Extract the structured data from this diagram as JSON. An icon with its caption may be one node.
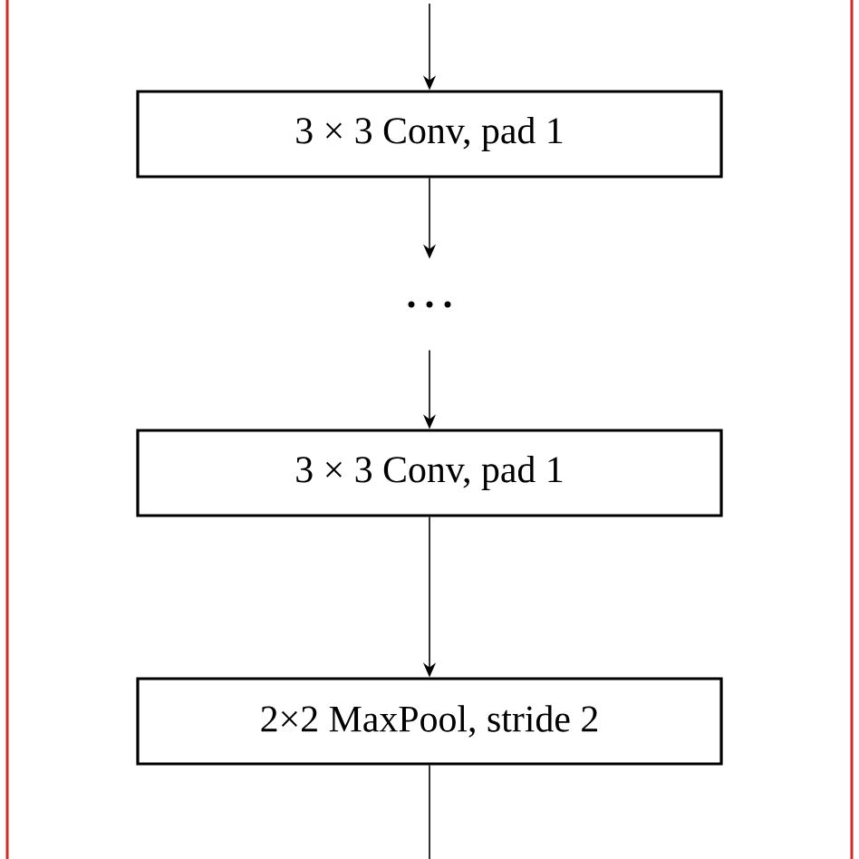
{
  "diagram": {
    "nodes": [
      {
        "text": [
          "3 × 3 Conv, pad 1"
        ]
      },
      {
        "text": [
          "…"
        ]
      },
      {
        "text": [
          "3 × 3 Conv, pad 1"
        ]
      },
      {
        "text": [
          "2×2 MaxPool, stride 2"
        ]
      }
    ],
    "edges": [
      {
        "from": null,
        "to": 0,
        "arrow": "to"
      },
      {
        "from": 0,
        "to": 1,
        "arrow": "to"
      },
      {
        "from": 1,
        "to": 2,
        "arrow": "to"
      },
      {
        "from": 2,
        "to": 3,
        "arrow": "to"
      },
      {
        "from": 3,
        "to": null,
        "arrow": "none"
      }
    ]
  }
}
